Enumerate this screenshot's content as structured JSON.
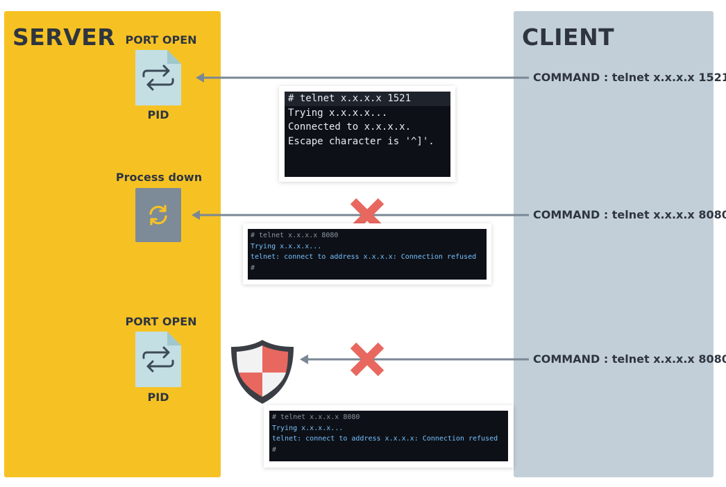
{
  "server": {
    "title": "SERVER",
    "groups": [
      {
        "top_label": "PORT OPEN",
        "bottom_label": "PID",
        "icon": "swap-file-icon"
      },
      {
        "top_label": "Process down",
        "icon": "refresh-icon"
      },
      {
        "top_label": "PORT OPEN",
        "bottom_label": "PID",
        "icon": "swap-file-icon"
      }
    ]
  },
  "client": {
    "title": "CLIENT",
    "commands": [
      "COMMAND : telnet x.x.x.x 1521",
      "COMMAND : telnet x.x.x.x 8080",
      "COMMAND : telnet x.x.x.x 8080"
    ]
  },
  "terminals": [
    {
      "lines": [
        "# telnet x.x.x.x 1521",
        "Trying x.x.x.x...",
        "Connected to x.x.x.x.",
        "Escape character is '^]'."
      ]
    },
    {
      "lines": [
        "# telnet x.x.x.x 8080",
        "Trying x.x.x.x...",
        "telnet: connect to address x.x.x.x: Connection refused",
        "#"
      ]
    },
    {
      "lines": [
        "# telnet x.x.x.x 8080",
        "Trying x.x.x.x...",
        "telnet: connect to address x.x.x.x: Connection refused",
        "#"
      ]
    }
  ],
  "colors": {
    "server_panel": "#f6c223",
    "client_panel": "#c3cfd8",
    "arrow": "#7a8794",
    "cross": "#e8685f",
    "icon_bg": "#c3dfe3",
    "icon_stroke": "#3d4a57",
    "process_icon_bg": "#7d8b98",
    "shield_red": "#e8685f"
  }
}
